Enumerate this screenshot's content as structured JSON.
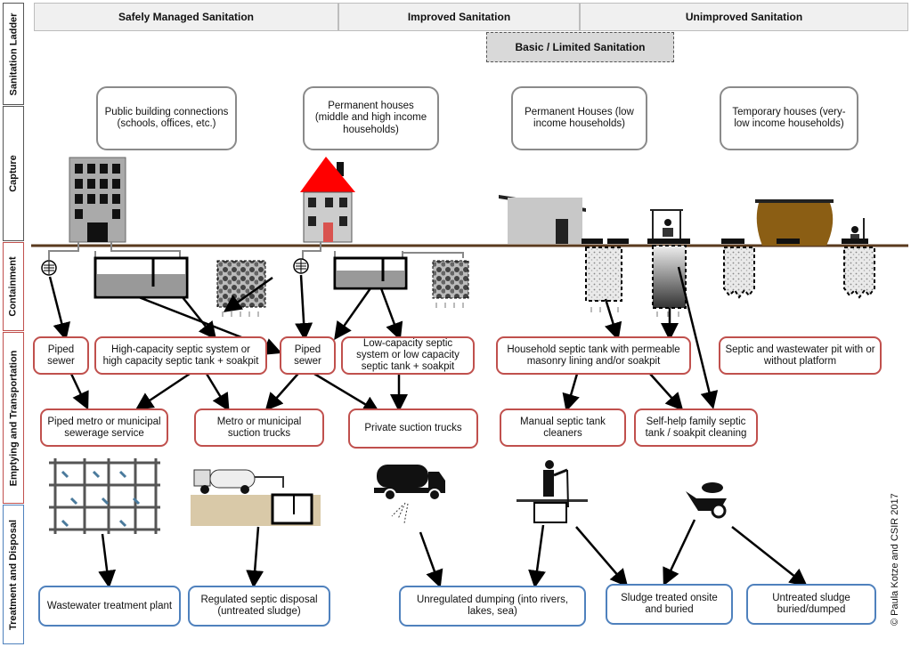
{
  "side_labels": {
    "ladder": "Sanitation Ladder",
    "capture": "Capture",
    "containment": "Containment",
    "emptying": "Emptying and Transportation",
    "treatment": "Treatment and Disposal"
  },
  "ladder": {
    "safe": "Safely Managed Sanitation",
    "improved": "Improved Sanitation",
    "unimproved": "Unimproved Sanitation",
    "basic": "Basic / Limited Sanitation"
  },
  "capture": {
    "public": "Public building connections (schools, offices, etc.)",
    "permanent_mid": "Permanent houses (middle and high income households)",
    "permanent_low": "Permanent Houses (low income households)",
    "temporary": "Temporary houses (very-low income households)"
  },
  "emptying": {
    "piped_sewer_1": "Piped sewer",
    "high_capacity": "High-capacity septic system or high capacity septic tank + soakpit",
    "piped_sewer_2": "Piped sewer",
    "low_capacity": "Low-capacity septic system or low capacity septic tank + soakpit",
    "household_masonry": "Household septic tank with permeable masonry lining and/or soakpit",
    "pit": "Septic and wastewater pit with or without platform",
    "piped_metro": "Piped metro or municipal sewerage service",
    "metro_suction": "Metro or municipal suction trucks",
    "private_suction": "Private suction trucks",
    "manual_cleaners": "Manual septic tank cleaners",
    "self_help": "Self-help family septic tank / soakpit cleaning"
  },
  "treatment": {
    "wwtp": "Wastewater treatment plant",
    "regulated": "Regulated septic disposal (untreated sludge)",
    "unregulated": "Unregulated dumping (into rivers, lakes, sea)",
    "sludge_onsite": "Sludge treated onsite and buried",
    "untreated": "Untreated sludge buried/dumped"
  },
  "copyright": "© Paula Kotze and  CSIR 2017",
  "colors": {
    "ground": "#5a3a1e",
    "roof_red": "#ff0000",
    "hut": "#8b5e14",
    "red_border": "#c0504d",
    "blue_border": "#4f81bd",
    "grey_border": "#8a8a8a"
  }
}
